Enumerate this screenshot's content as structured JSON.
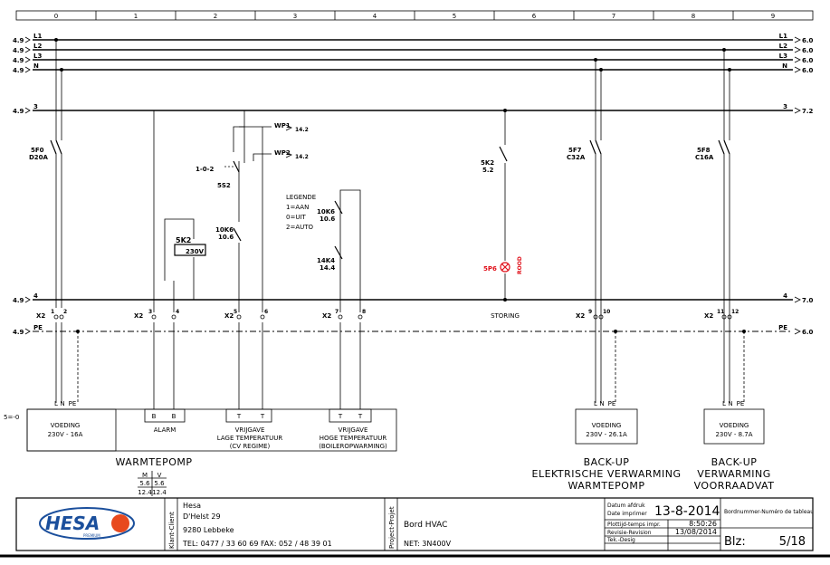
{
  "ruler": {
    "columns": [
      "0",
      "1",
      "2",
      "3",
      "4",
      "5",
      "6",
      "7",
      "8",
      "9"
    ]
  },
  "buses": [
    {
      "name": "L1",
      "left_ref": "4.9",
      "right_ref": "6.0"
    },
    {
      "name": "L2",
      "left_ref": "4.9",
      "right_ref": "6.0"
    },
    {
      "name": "L3",
      "left_ref": "4.9",
      "right_ref": "6.0"
    },
    {
      "name": "N",
      "left_ref": "4.9",
      "right_ref": "6.0"
    },
    {
      "name": "3",
      "left_ref": "4.9",
      "right_ref": "7.2"
    },
    {
      "name": "4",
      "left_ref": "4.9",
      "right_ref": "7.0"
    },
    {
      "name": "PE",
      "left_ref": "4.9",
      "right_ref": "6.0"
    }
  ],
  "breakers": [
    {
      "ref": "5F0",
      "rating": "D20A"
    },
    {
      "ref": "5F7",
      "rating": "C32A"
    },
    {
      "ref": "5F8",
      "rating": "C16A"
    }
  ],
  "outputs": [
    {
      "label": "WP1",
      "ref": "14.2"
    },
    {
      "label": "WP2",
      "ref": "14.2"
    }
  ],
  "switch": {
    "label": "1-0-2",
    "ref": "5S2"
  },
  "relays": [
    {
      "ref": "5K2",
      "rating": "230V"
    },
    {
      "ref": "10K6",
      "sub": "10.6"
    },
    {
      "ref": "10K6",
      "sub": "10.6"
    },
    {
      "ref": "14K4",
      "sub": "14.4"
    },
    {
      "ref": "5K2",
      "sub": "5.2"
    }
  ],
  "legend": {
    "title": "LEGENDE",
    "lines": [
      "1=AAN",
      "0=UIT",
      "2=AUTO"
    ]
  },
  "lamp": {
    "ref": "5P6",
    "color_label": "ROOD",
    "accent": "#e0101a"
  },
  "storing": "STORING",
  "terminal_strip": "X2",
  "terminal_ids": [
    "1",
    "2",
    "3",
    "4",
    "5",
    "6",
    "7",
    "8",
    "9",
    "10",
    "11",
    "12"
  ],
  "terminal_box_label": "5=-0",
  "boxes": [
    {
      "text": [
        "VOEDING",
        "230V - 16A"
      ],
      "terms": [
        "L",
        "N",
        "PE"
      ]
    },
    {
      "text": [
        "ALARM"
      ],
      "terms": [
        "B",
        "B"
      ]
    },
    {
      "text": [
        "VRIJGAVE",
        "LAGE TEMPERATUUR",
        "(CV REGIME)"
      ],
      "terms": [
        "T",
        "T"
      ]
    },
    {
      "text": [
        "VRIJGAVE",
        "HOGE TEMPERATUUR",
        "(BOILEROPWARMING)"
      ],
      "terms": [
        "T",
        "T"
      ]
    },
    {
      "text": [
        "VOEDING",
        "230V - 26.1A"
      ],
      "terms": [
        "L",
        "N",
        "PE"
      ]
    },
    {
      "text": [
        "VOEDING",
        "230V - 8.7A"
      ],
      "terms": [
        "L",
        "N",
        "PE"
      ]
    }
  ],
  "groups": [
    {
      "lines": [
        "WARMTEPOMP"
      ]
    },
    {
      "lines": [
        "BACK-UP",
        "ELEKTRISCHE VERWARMING",
        "WARMTEPOMP"
      ]
    },
    {
      "lines": [
        "BACK-UP",
        "VERWARMING",
        "VOORRAADVAT"
      ]
    }
  ],
  "mv_table": {
    "headers": [
      "M",
      "V"
    ],
    "rows": [
      [
        "5.6",
        "5.6"
      ],
      [
        "12.4",
        "12.4"
      ]
    ]
  },
  "title_block": {
    "logo": "HESA",
    "logo_sub": "PREMIUM",
    "client_label": "Klant-Client",
    "client": [
      "Hesa",
      "D'Helst 29",
      "9280     Lebbeke",
      "TEL: 0477 / 33 60 69   FAX: 052 / 48 39 01"
    ],
    "project_label": "Project-Projet",
    "project": "Bord HVAC",
    "net": "NET: 3N400V",
    "date_label": [
      "Datum afdruk",
      "Date imprimer"
    ],
    "date": "13-8-2014",
    "time_label": "Plottijd-temps impr.",
    "time": "8:50:26",
    "revision_label": "Revisie-Revision",
    "revision": "13/08/2014",
    "drawing_label": "Tek.-Desig",
    "board_label": "Bordnummer-Numéro de tableau",
    "sheet_label": "Blz:",
    "sheet": "5/18"
  },
  "colors": {
    "logo_blue": "#1b4f9c",
    "logo_orange": "#e8491d",
    "lamp": "#e0101a"
  }
}
